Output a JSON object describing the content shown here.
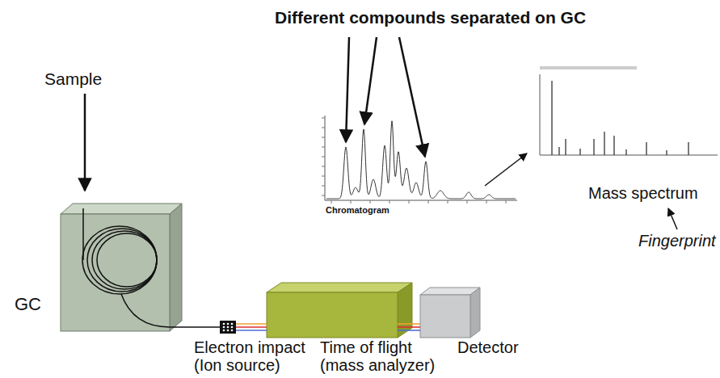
{
  "diagram": {
    "title": "Different compounds separated on GC",
    "nodes": [
      {
        "text": [
          "GC"
        ]
      },
      {
        "text": [
          "Chromatogram"
        ]
      },
      {
        "text": [
          "Mass spectrum"
        ]
      },
      {
        "text": [
          "Electron impact (Ion source)"
        ]
      },
      {
        "text": [
          "Time of flight (mass analyzer)"
        ]
      },
      {
        "text": [
          "Detector"
        ]
      }
    ],
    "edges": [
      {
        "from": 0,
        "to": 3,
        "arrow": "none"
      },
      {
        "from": 3,
        "to": 4,
        "arrow": "none"
      },
      {
        "from": 4,
        "to": 5,
        "arrow": "none"
      },
      {
        "from": 1,
        "to": 2,
        "arrow": "to"
      }
    ],
    "labels": [
      "Sample",
      "Fingerprint"
    ]
  }
}
